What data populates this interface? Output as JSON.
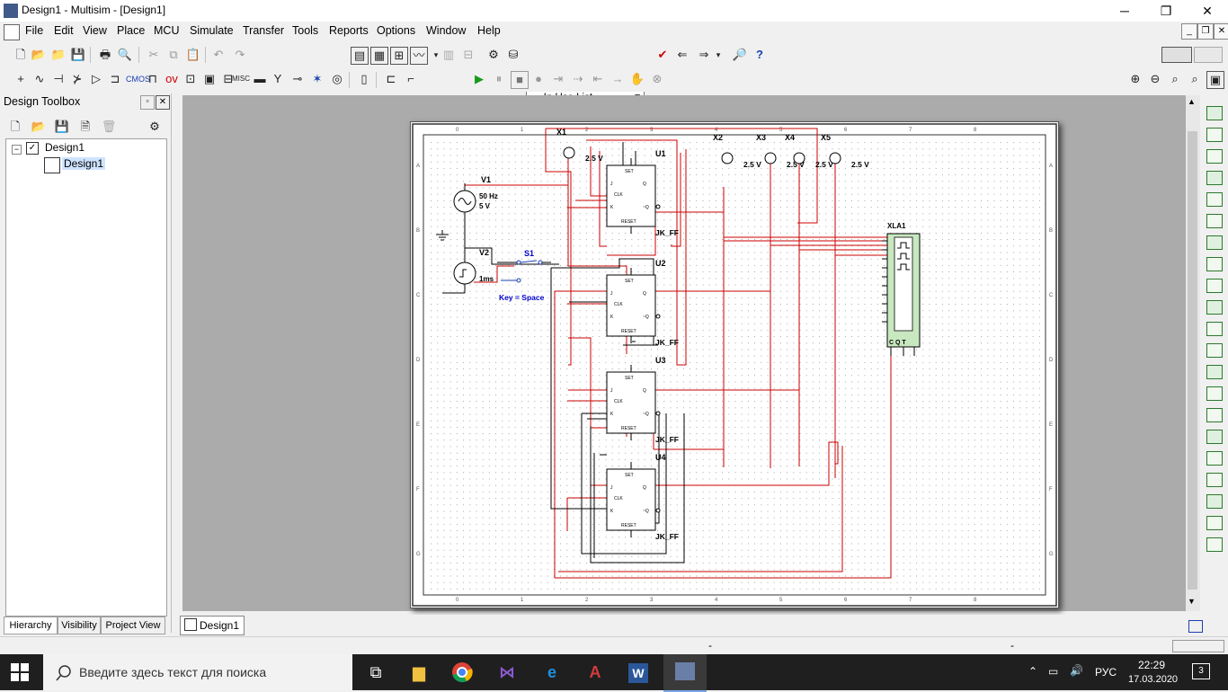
{
  "window": {
    "title": "Design1 - Multisim - [Design1]",
    "minimize": "─",
    "maximize": "❐",
    "close": "✕"
  },
  "menu": {
    "items": [
      "File",
      "Edit",
      "View",
      "Place",
      "MCU",
      "Simulate",
      "Transfer",
      "Tools",
      "Reports",
      "Options",
      "Window",
      "Help"
    ]
  },
  "toolbar": {
    "in_use_list": "--- In Use List ---"
  },
  "toolbox": {
    "title": "Design Toolbox",
    "tree": {
      "root": "Design1",
      "child": "Design1"
    },
    "tabs": [
      "Hierarchy",
      "Visibility",
      "Project View"
    ]
  },
  "document_tab": "Design1",
  "schematic": {
    "sources": [
      {
        "ref": "V1",
        "freq": "50 Hz",
        "amp": "5 V"
      },
      {
        "ref": "V2",
        "value": "1ms"
      }
    ],
    "switch": {
      "ref": "S1",
      "key": "Key = Space"
    },
    "flipflops": [
      "U1",
      "U2",
      "U3",
      "U4"
    ],
    "flipflop_type": "JK_FF",
    "ff_pins": {
      "set": "SET",
      "j": "J",
      "clk": "CLK",
      "k": "K",
      "q": "Q",
      "qbar": "~Q",
      "reset": "RESET"
    },
    "probes": [
      {
        "ref": "X1",
        "voltage": "2.5 V"
      },
      {
        "ref": "X2",
        "voltage": "2.5 V"
      },
      {
        "ref": "X3",
        "voltage": "2.5 V"
      },
      {
        "ref": "X4",
        "voltage": "2.5 V"
      },
      {
        "ref": "X5",
        "voltage": "2.5 V"
      }
    ],
    "analyzer": {
      "ref": "XLA1",
      "pins": "C Q T"
    },
    "border_cols": [
      "0",
      "1",
      "2",
      "3",
      "4",
      "5",
      "6",
      "7",
      "8"
    ],
    "border_rows": [
      "A",
      "B",
      "C",
      "D",
      "E",
      "F",
      "G"
    ]
  },
  "status": {
    "left": "-",
    "right": "-"
  },
  "taskbar": {
    "search_placeholder": "Введите здесь текст для поиска",
    "language": "РУС",
    "time": "22:29",
    "date": "17.03.2020",
    "notifications": "3"
  },
  "colors": {
    "wire_red": "#cc0000",
    "wire_black": "#000000",
    "probe_label": "#000000",
    "switch_blue": "#0000cc"
  }
}
